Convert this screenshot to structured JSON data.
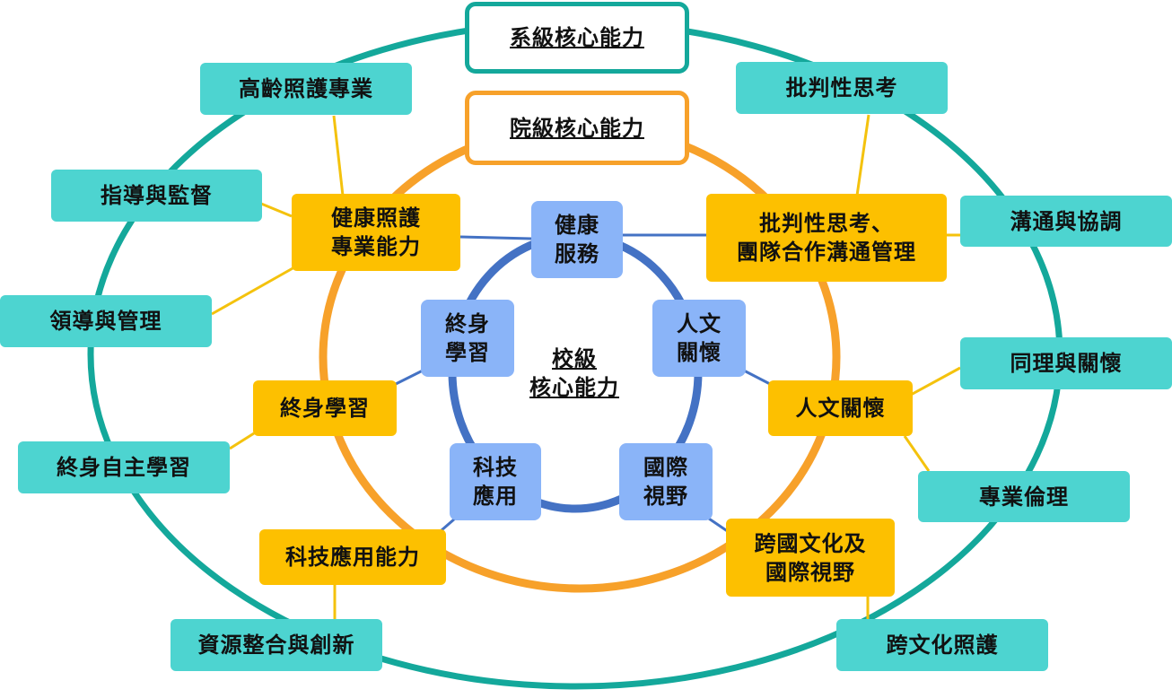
{
  "diagram": {
    "system_title": "系級核心能力",
    "college_title": "院級核心能力",
    "school_title_line1": "校級",
    "school_title_line2": "核心能力",
    "school": {
      "health": "健康\n服務",
      "humanities": "人文\n關懷",
      "global": "國際\n視野",
      "tech": "科技\n應用",
      "lifelong": "終身\n學習"
    },
    "college": {
      "health": "健康照護\n專業能力",
      "critical": "批判性思考、\n團隊合作溝通管理",
      "humanities": "人文關懷",
      "crosscultural": "跨國文化及\n國際視野",
      "tech": "科技應用能力",
      "lifelong": "終身學習"
    },
    "system": {
      "elderly_care": "高齡照護專業",
      "guidance": "指導與監督",
      "leadership": "領導與管理",
      "self_learning": "終身自主學習",
      "integration": "資源整合與創新",
      "critical_thinking": "批判性思考",
      "communication": "溝通與協調",
      "empathy": "同理與關懷",
      "ethics": "專業倫理",
      "crosscultural_care": "跨文化照護"
    },
    "colors": {
      "system_ring": "#14a89b",
      "college_ring": "#f7a12a",
      "school_ring": "#4472c4",
      "system_box": "#4dd4d0",
      "college_box": "#fdc000",
      "school_box": "#8ab4f8",
      "system_connector": "#f4c20d",
      "school_connector": "#4472c4"
    }
  }
}
